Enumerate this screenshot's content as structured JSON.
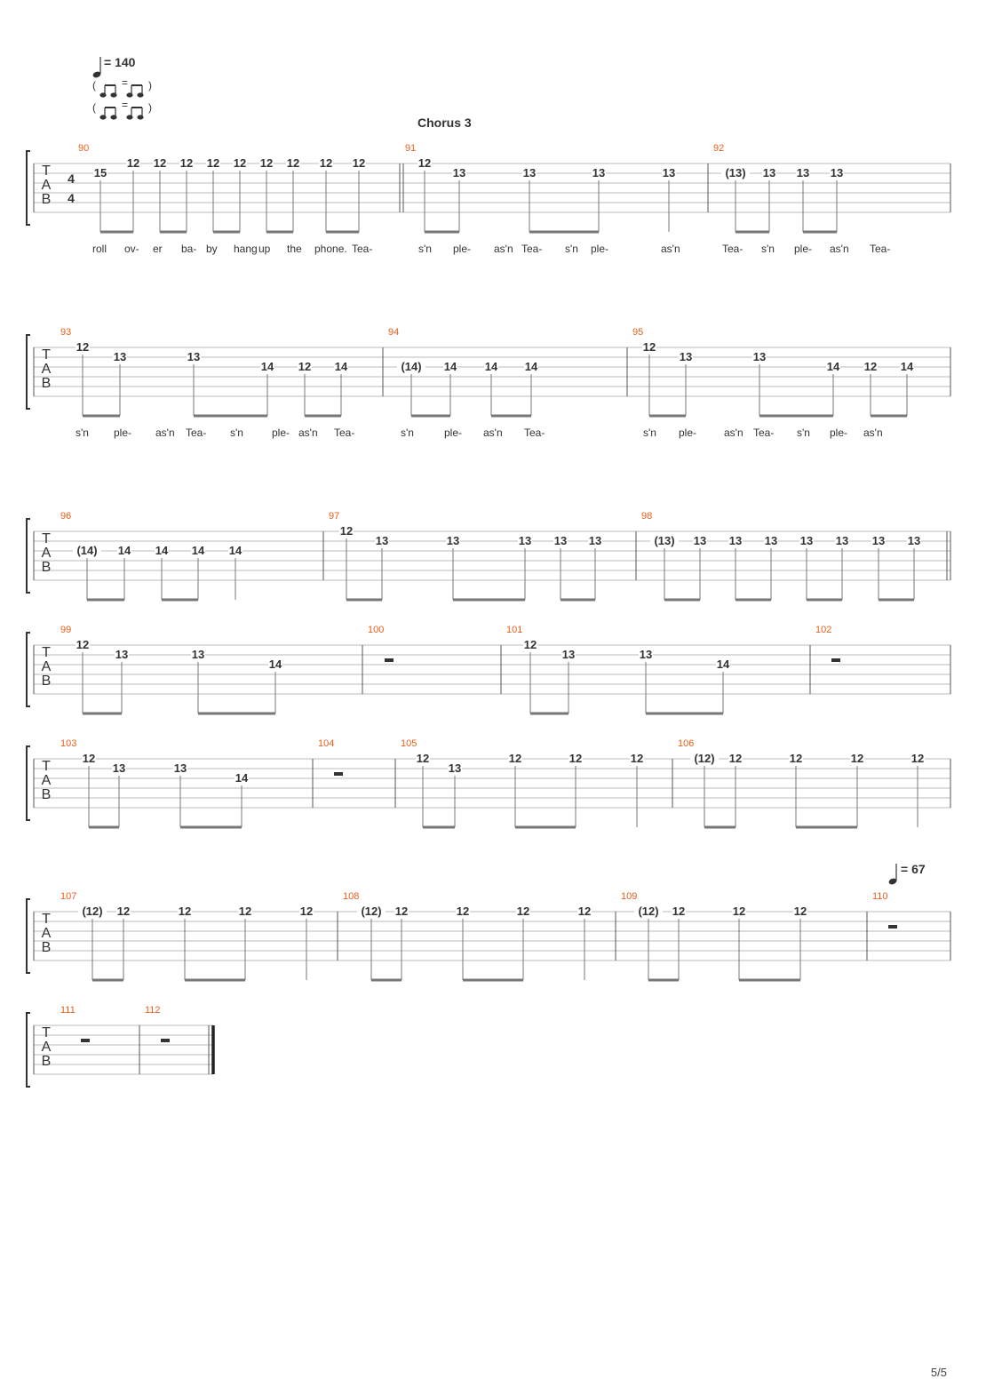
{
  "tempo": {
    "initial": "= 140",
    "final": "= 67",
    "swing_paren_open": "(",
    "swing_paren_close": ")",
    "swing_equals": "="
  },
  "section_label": "Chorus 3",
  "time_signature": {
    "top": "4",
    "bottom": "4"
  },
  "tab_clef": [
    "T",
    "A",
    "B"
  ],
  "page_number": "5/5",
  "systems": [
    {
      "measures": [
        {
          "number": "90",
          "notes": [
            "15",
            "12",
            "12",
            "12",
            "12",
            "12",
            "12",
            "12",
            "12",
            "12"
          ]
        },
        {
          "number": "91",
          "notes": [
            "12",
            "13",
            "13",
            "13",
            "13"
          ]
        },
        {
          "number": "92",
          "notes": [
            "(13)",
            "13",
            "13",
            "13"
          ]
        }
      ],
      "lyrics": [
        "roll",
        "ov-",
        "er",
        "ba-",
        "by",
        "hang",
        "up",
        "the",
        "phone.",
        "Tea-",
        "s'n",
        "ple-",
        "as'n",
        "Tea-",
        "s'n",
        "ple-",
        "as'n",
        "Tea-",
        "s'n",
        "ple-",
        "as'n",
        "Tea-"
      ]
    },
    {
      "measures": [
        {
          "number": "93",
          "notes": [
            "12",
            "13",
            "13",
            "14",
            "12",
            "14"
          ]
        },
        {
          "number": "94",
          "notes": [
            "(14)",
            "14",
            "14",
            "14"
          ]
        },
        {
          "number": "95",
          "notes": [
            "12",
            "13",
            "13",
            "14",
            "12",
            "14"
          ]
        }
      ],
      "lyrics": [
        "s'n",
        "ple-",
        "as'n",
        "Tea-",
        "s'n",
        "ple-",
        "as'n",
        "Tea-",
        "s'n",
        "ple-",
        "as'n",
        "Tea-",
        "s'n",
        "ple-",
        "as'n",
        "Tea-",
        "s'n",
        "ple-",
        "as'n"
      ]
    },
    {
      "measures": [
        {
          "number": "96",
          "notes": [
            "(14)",
            "14",
            "14",
            "14",
            "14"
          ]
        },
        {
          "number": "97",
          "notes": [
            "12",
            "13",
            "13",
            "13",
            "13",
            "13"
          ]
        },
        {
          "number": "98",
          "notes": [
            "(13)",
            "13",
            "13",
            "13",
            "13",
            "13",
            "13",
            "13"
          ]
        }
      ]
    },
    {
      "measures": [
        {
          "number": "99",
          "notes": [
            "12",
            "13",
            "13",
            "14"
          ]
        },
        {
          "number": "100",
          "notes": []
        },
        {
          "number": "101",
          "notes": [
            "12",
            "13",
            "13",
            "14"
          ]
        },
        {
          "number": "102",
          "notes": []
        }
      ]
    },
    {
      "measures": [
        {
          "number": "103",
          "notes": [
            "12",
            "13",
            "13",
            "14"
          ]
        },
        {
          "number": "104",
          "notes": []
        },
        {
          "number": "105",
          "notes": [
            "12",
            "13",
            "12",
            "12",
            "12"
          ]
        },
        {
          "number": "106",
          "notes": [
            "(12)",
            "12",
            "12",
            "12",
            "12"
          ]
        }
      ]
    },
    {
      "measures": [
        {
          "number": "107",
          "notes": [
            "(12)",
            "12",
            "12",
            "12",
            "12"
          ]
        },
        {
          "number": "108",
          "notes": [
            "(12)",
            "12",
            "12",
            "12",
            "12"
          ]
        },
        {
          "number": "109",
          "notes": [
            "(12)",
            "12",
            "12",
            "12"
          ]
        },
        {
          "number": "110",
          "notes": []
        }
      ]
    },
    {
      "measures": [
        {
          "number": "111",
          "notes": []
        },
        {
          "number": "112",
          "notes": []
        }
      ]
    }
  ]
}
